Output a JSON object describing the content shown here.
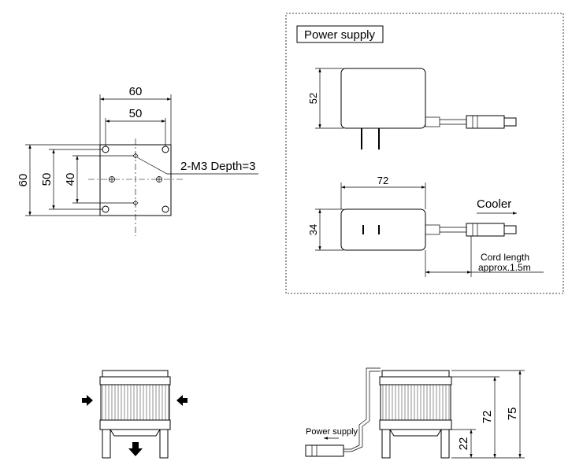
{
  "top_view": {
    "dim_outer_width": "60",
    "dim_hole_width": "50",
    "dim_outer_height": "60",
    "dim_hole_height": "50",
    "dim_screw_pitch": "40",
    "screw_note": "2-M3 Depth=3"
  },
  "power_supply": {
    "title": "Power supply",
    "dim_height": "52",
    "dim_width": "72",
    "dim_depth": "34",
    "output_label": "Cooler",
    "cord_length_line1": "Cord length",
    "cord_length_line2": "approx.1.5m"
  },
  "side_view": {
    "power_supply_label": "Power supply",
    "dim_total_height": "75",
    "dim_body_height": "72",
    "dim_leg_height": "22"
  }
}
